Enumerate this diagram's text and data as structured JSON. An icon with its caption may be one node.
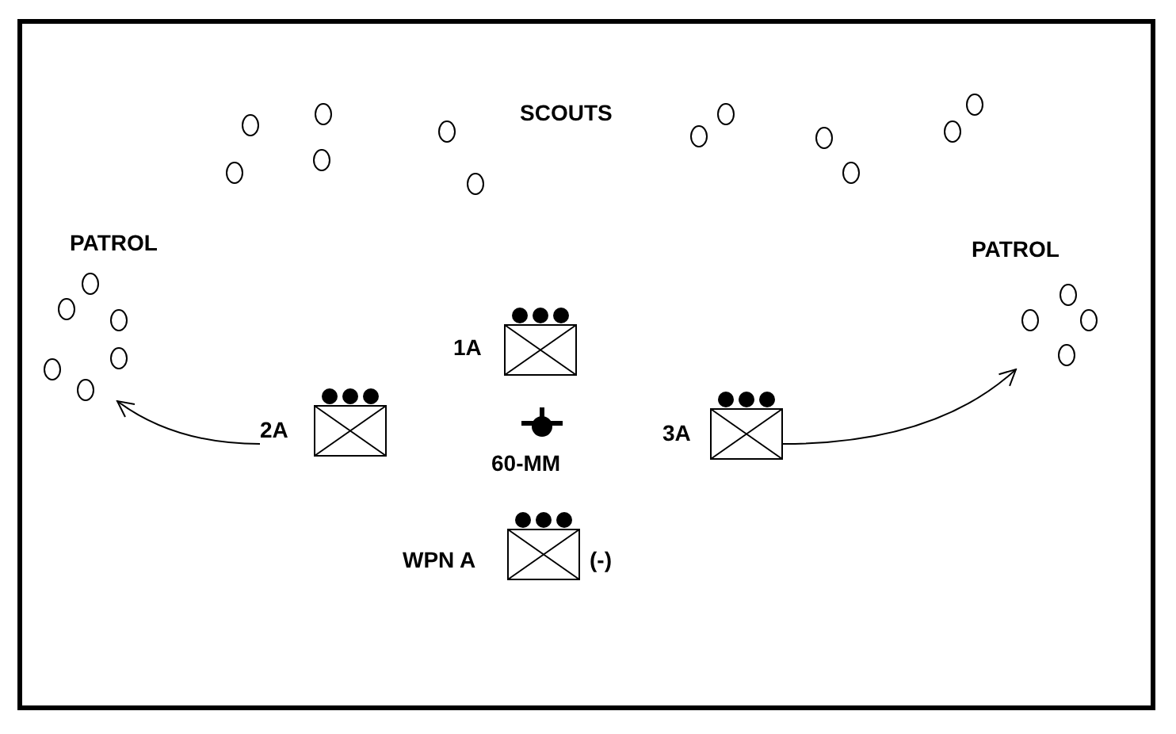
{
  "diagram": {
    "nodes": [
      {
        "text": [
          "1A"
        ]
      },
      {
        "text": [
          "2A"
        ]
      },
      {
        "text": [
          "3A"
        ]
      },
      {
        "text": [
          "60-MM"
        ]
      },
      {
        "text": [
          "WPN A",
          "(-)"
        ]
      },
      {
        "text": [
          "PATROL"
        ]
      },
      {
        "text": [
          "PATROL"
        ]
      }
    ],
    "edges": [
      {
        "from": 1,
        "to": 5,
        "arrow": "to"
      },
      {
        "from": 2,
        "to": 6,
        "arrow": "to"
      }
    ],
    "labels": [
      "SCOUTS"
    ]
  }
}
